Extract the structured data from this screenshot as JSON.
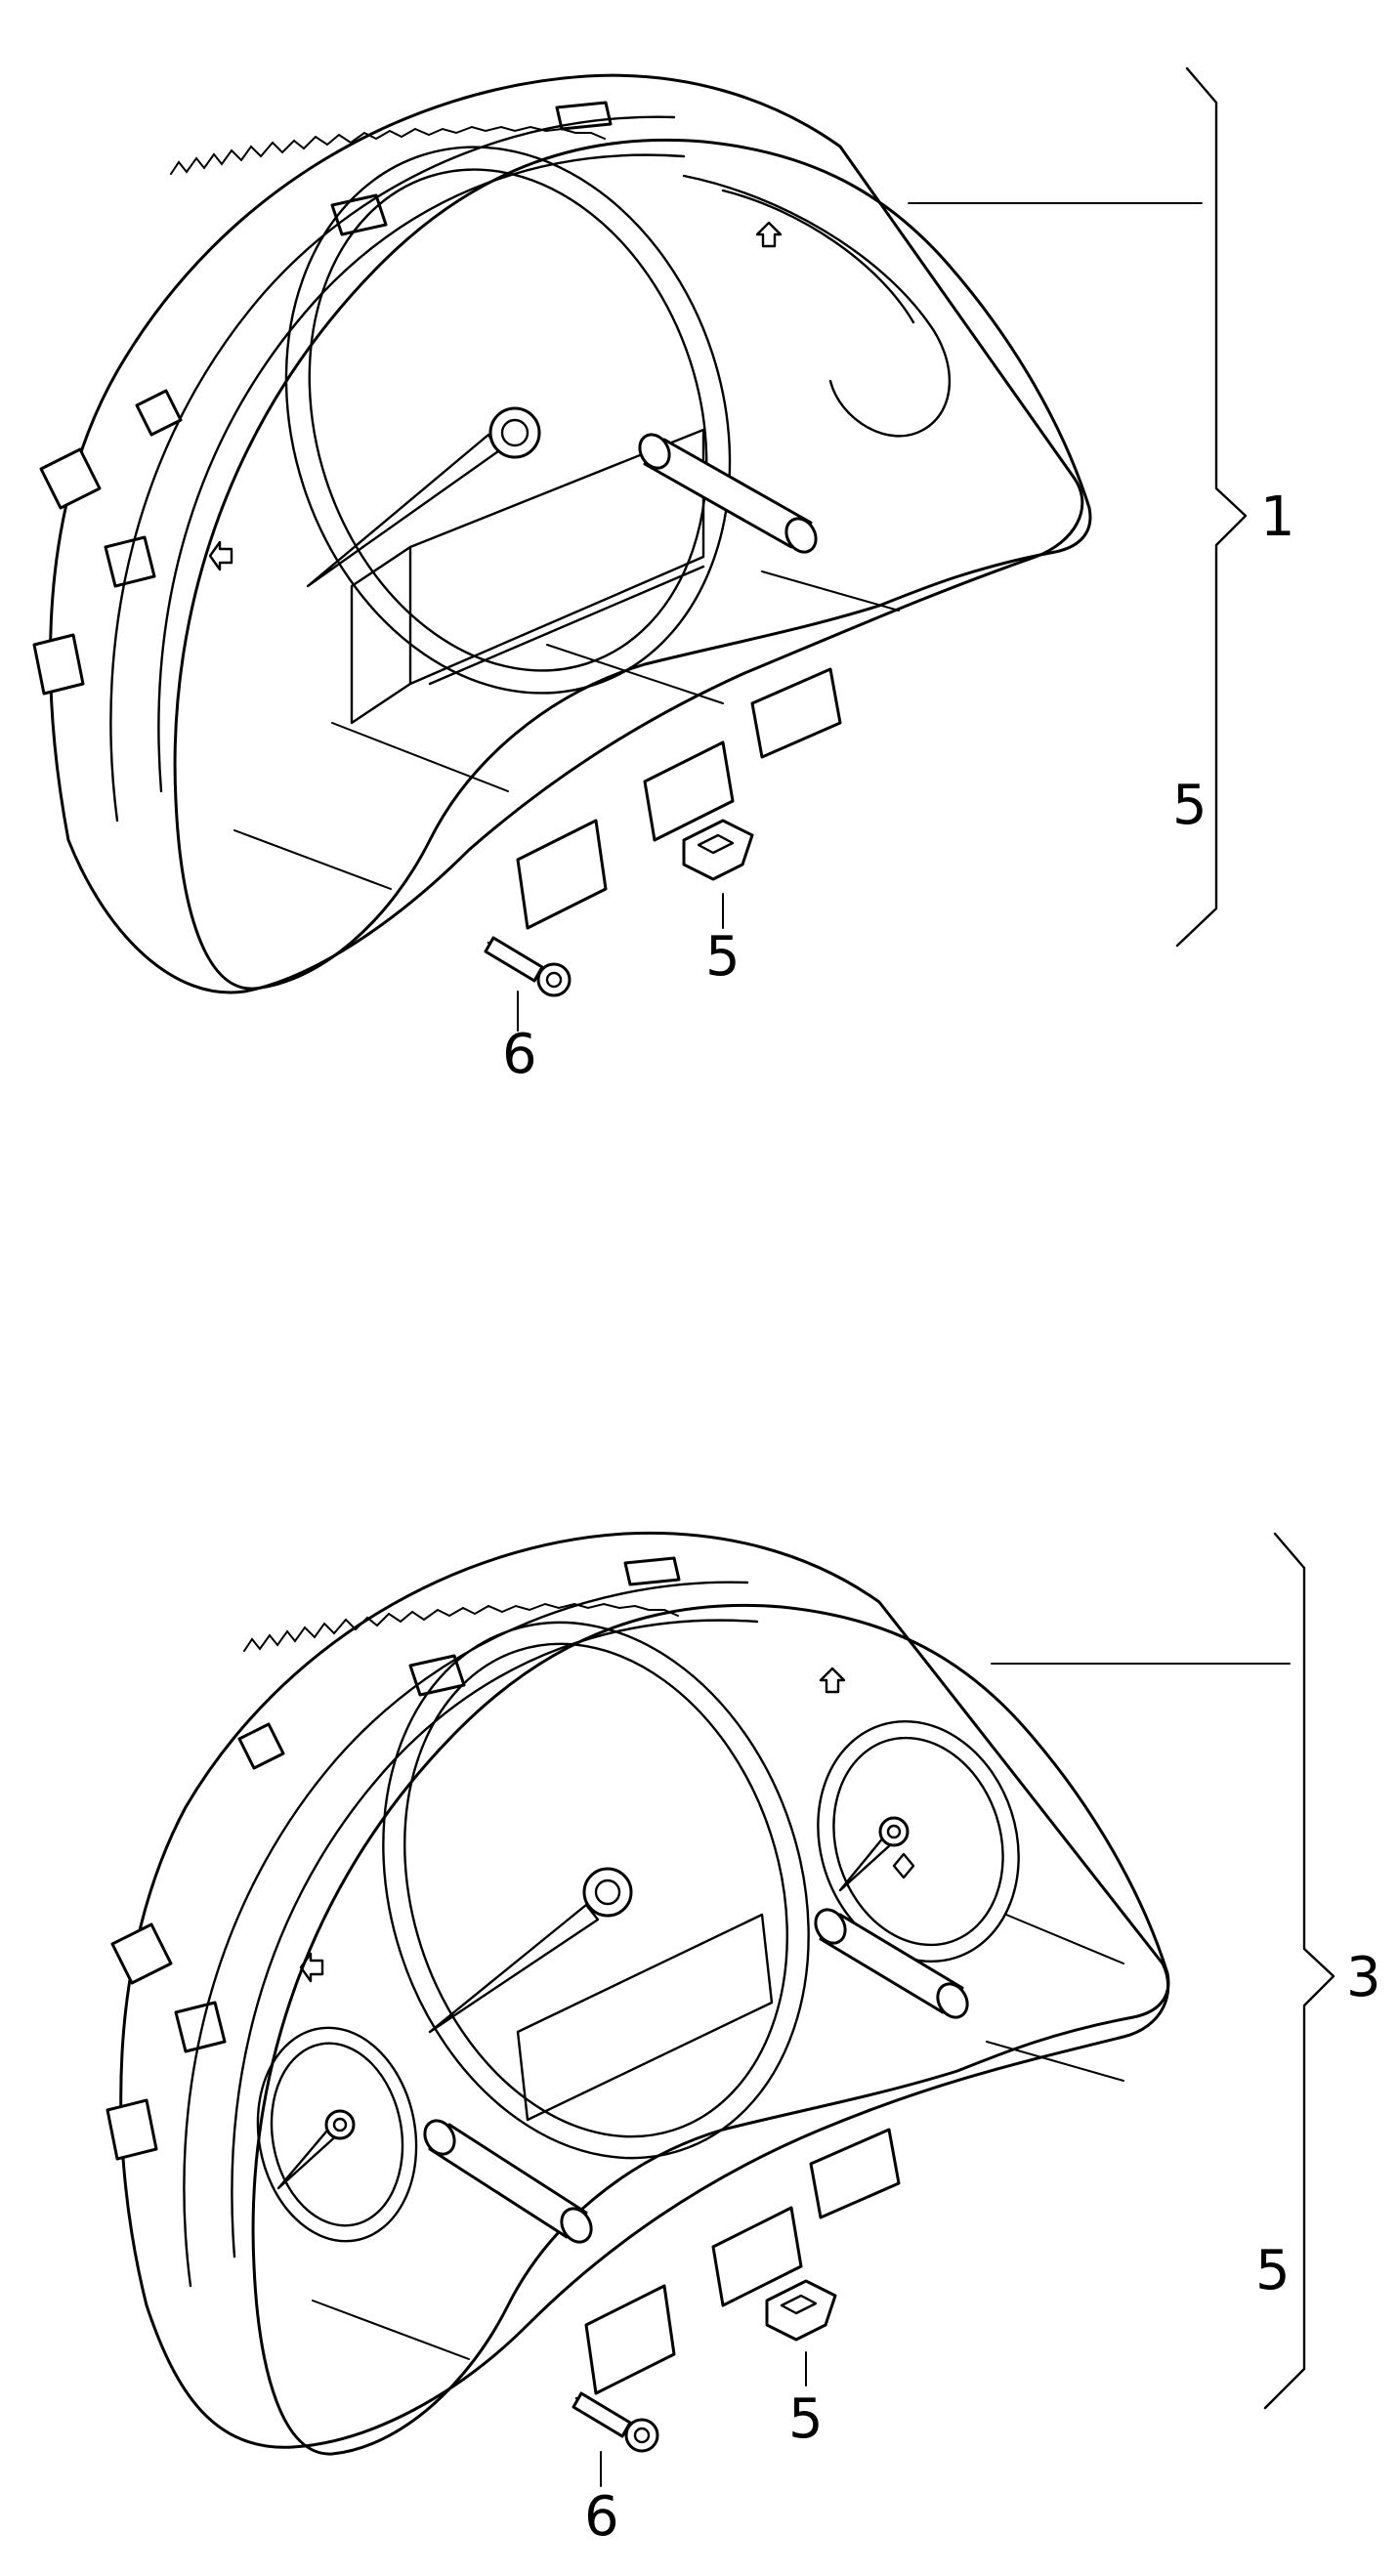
{
  "callouts": {
    "top_assembly": "1",
    "top_bracket_sub": "5",
    "top_clip": "5",
    "top_screw": "6",
    "bottom_assembly": "3",
    "bottom_bracket_sub": "5",
    "bottom_clip": "5",
    "bottom_screw": "6"
  }
}
